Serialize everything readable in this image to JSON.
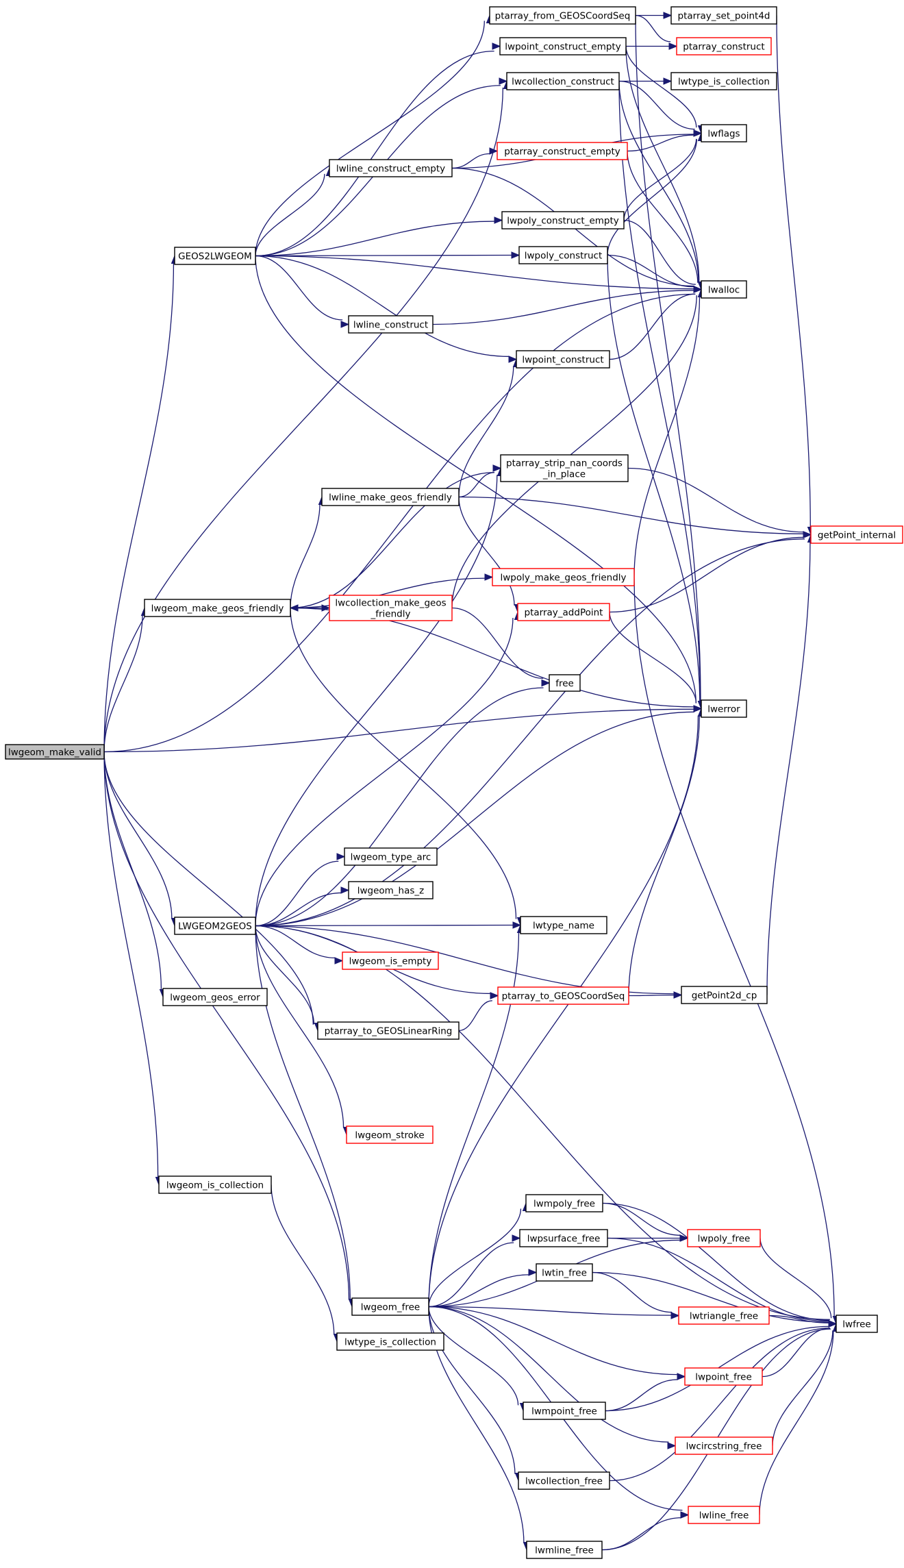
{
  "graph": {
    "root": "lwgeom_make_valid",
    "colors": {
      "edge": "#191970",
      "node_border": "#000000",
      "truncated_node_border": "#ff0000",
      "root_fill": "#bfbfbf"
    },
    "nodes": [
      {
        "id": "lwgeom_make_valid",
        "lines": [
          "lwgeom_make_valid"
        ],
        "style": "root"
      },
      {
        "id": "GEOS2LWGEOM",
        "lines": [
          "GEOS2LWGEOM"
        ],
        "style": "normal"
      },
      {
        "id": "lwgeom_make_geos_friendly",
        "lines": [
          "lwgeom_make_geos_friendly"
        ],
        "style": "normal"
      },
      {
        "id": "LWGEOM2GEOS",
        "lines": [
          "LWGEOM2GEOS"
        ],
        "style": "normal"
      },
      {
        "id": "lwgeom_geos_error",
        "lines": [
          "lwgeom_geos_error"
        ],
        "style": "normal"
      },
      {
        "id": "lwgeom_is_collection",
        "lines": [
          "lwgeom_is_collection"
        ],
        "style": "normal"
      },
      {
        "id": "lwline_construct_empty",
        "lines": [
          "lwline_construct_empty"
        ],
        "style": "normal"
      },
      {
        "id": "lwline_construct",
        "lines": [
          "lwline_construct"
        ],
        "style": "normal"
      },
      {
        "id": "lwline_make_geos_friendly",
        "lines": [
          "lwline_make_geos_friendly"
        ],
        "style": "normal"
      },
      {
        "id": "lwcollection_make_geos_friendly",
        "lines": [
          "lwcollection_make_geos",
          "_friendly"
        ],
        "style": "red"
      },
      {
        "id": "lwgeom_type_arc",
        "lines": [
          "lwgeom_type_arc"
        ],
        "style": "normal"
      },
      {
        "id": "lwgeom_has_z",
        "lines": [
          "lwgeom_has_z"
        ],
        "style": "normal"
      },
      {
        "id": "lwgeom_is_empty",
        "lines": [
          "lwgeom_is_empty"
        ],
        "style": "red"
      },
      {
        "id": "ptarray_to_GEOSLinearRing",
        "lines": [
          "ptarray_to_GEOSLinearRing"
        ],
        "style": "normal"
      },
      {
        "id": "lwgeom_stroke",
        "lines": [
          "lwgeom_stroke"
        ],
        "style": "red"
      },
      {
        "id": "lwgeom_free",
        "lines": [
          "lwgeom_free"
        ],
        "style": "normal"
      },
      {
        "id": "lwtype_is_collection",
        "lines": [
          "lwtype_is_collection"
        ],
        "style": "normal"
      },
      {
        "id": "ptarray_from_GEOSCoordSeq",
        "lines": [
          "ptarray_from_GEOSCoordSeq"
        ],
        "style": "normal"
      },
      {
        "id": "lwpoint_construct_empty",
        "lines": [
          "lwpoint_construct_empty"
        ],
        "style": "normal"
      },
      {
        "id": "lwcollection_construct",
        "lines": [
          "lwcollection_construct"
        ],
        "style": "normal"
      },
      {
        "id": "ptarray_construct_empty",
        "lines": [
          "ptarray_construct_empty"
        ],
        "style": "red"
      },
      {
        "id": "lwpoly_construct_empty",
        "lines": [
          "lwpoly_construct_empty"
        ],
        "style": "normal"
      },
      {
        "id": "lwpoly_construct",
        "lines": [
          "lwpoly_construct"
        ],
        "style": "normal"
      },
      {
        "id": "lwpoint_construct",
        "lines": [
          "lwpoint_construct"
        ],
        "style": "normal"
      },
      {
        "id": "ptarray_strip_nan_coords_in_place",
        "lines": [
          "ptarray_strip_nan_coords",
          "_in_place"
        ],
        "style": "normal"
      },
      {
        "id": "lwpoly_make_geos_friendly",
        "lines": [
          "lwpoly_make_geos_friendly"
        ],
        "style": "red"
      },
      {
        "id": "ptarray_addPoint",
        "lines": [
          "ptarray_addPoint"
        ],
        "style": "red"
      },
      {
        "id": "free",
        "lines": [
          "free"
        ],
        "style": "normal"
      },
      {
        "id": "lwtype_name",
        "lines": [
          "lwtype_name"
        ],
        "style": "normal"
      },
      {
        "id": "ptarray_to_GEOSCoordSeq",
        "lines": [
          "ptarray_to_GEOSCoordSeq"
        ],
        "style": "red"
      },
      {
        "id": "lwmpoly_free",
        "lines": [
          "lwmpoly_free"
        ],
        "style": "normal"
      },
      {
        "id": "lwpsurface_free",
        "lines": [
          "lwpsurface_free"
        ],
        "style": "normal"
      },
      {
        "id": "lwtin_free",
        "lines": [
          "lwtin_free"
        ],
        "style": "normal"
      },
      {
        "id": "lwmpoint_free",
        "lines": [
          "lwmpoint_free"
        ],
        "style": "normal"
      },
      {
        "id": "lwcollection_free",
        "lines": [
          "lwcollection_free"
        ],
        "style": "normal"
      },
      {
        "id": "lwmline_free",
        "lines": [
          "lwmline_free"
        ],
        "style": "normal"
      },
      {
        "id": "ptarray_set_point4d",
        "lines": [
          "ptarray_set_point4d"
        ],
        "style": "normal"
      },
      {
        "id": "ptarray_construct",
        "lines": [
          "ptarray_construct"
        ],
        "style": "red"
      },
      {
        "id": "lwtype_is_collection_2",
        "lines": [
          "lwtype_is_collection"
        ],
        "style": "normal"
      },
      {
        "id": "lwflags",
        "lines": [
          "lwflags"
        ],
        "style": "normal"
      },
      {
        "id": "lwalloc",
        "lines": [
          "lwalloc"
        ],
        "style": "normal"
      },
      {
        "id": "getPoint_internal",
        "lines": [
          "getPoint_internal"
        ],
        "style": "red"
      },
      {
        "id": "lwerror",
        "lines": [
          "lwerror"
        ],
        "style": "normal"
      },
      {
        "id": "getPoint2d_cp",
        "lines": [
          "getPoint2d_cp"
        ],
        "style": "normal"
      },
      {
        "id": "lwpoly_free",
        "lines": [
          "lwpoly_free"
        ],
        "style": "red"
      },
      {
        "id": "lwtriangle_free",
        "lines": [
          "lwtriangle_free"
        ],
        "style": "red"
      },
      {
        "id": "lwpoint_free",
        "lines": [
          "lwpoint_free"
        ],
        "style": "red"
      },
      {
        "id": "lwcircstring_free",
        "lines": [
          "lwcircstring_free"
        ],
        "style": "red"
      },
      {
        "id": "lwline_free",
        "lines": [
          "lwline_free"
        ],
        "style": "red"
      },
      {
        "id": "lwfree",
        "lines": [
          "lwfree"
        ],
        "style": "normal"
      }
    ],
    "edges": [
      [
        "lwgeom_make_valid",
        "GEOS2LWGEOM"
      ],
      [
        "lwgeom_make_valid",
        "lwgeom_make_geos_friendly"
      ],
      [
        "lwgeom_make_valid",
        "LWGEOM2GEOS"
      ],
      [
        "lwgeom_make_valid",
        "lwgeom_geos_error"
      ],
      [
        "lwgeom_make_valid",
        "lwgeom_is_collection"
      ],
      [
        "lwgeom_make_valid",
        "lwgeom_free"
      ],
      [
        "lwgeom_make_valid",
        "lwcollection_construct"
      ],
      [
        "lwgeom_make_valid",
        "lwalloc"
      ],
      [
        "lwgeom_make_valid",
        "lwerror"
      ],
      [
        "lwgeom_make_valid",
        "ptarray_to_GEOSLinearRing"
      ],
      [
        "GEOS2LWGEOM",
        "ptarray_from_GEOSCoordSeq"
      ],
      [
        "GEOS2LWGEOM",
        "lwpoint_construct_empty"
      ],
      [
        "GEOS2LWGEOM",
        "lwcollection_construct"
      ],
      [
        "GEOS2LWGEOM",
        "lwline_construct_empty"
      ],
      [
        "GEOS2LWGEOM",
        "lwpoly_construct_empty"
      ],
      [
        "GEOS2LWGEOM",
        "lwpoly_construct"
      ],
      [
        "GEOS2LWGEOM",
        "lwalloc"
      ],
      [
        "GEOS2LWGEOM",
        "lwline_construct"
      ],
      [
        "GEOS2LWGEOM",
        "lwpoint_construct"
      ],
      [
        "GEOS2LWGEOM",
        "lwerror"
      ],
      [
        "ptarray_from_GEOSCoordSeq",
        "ptarray_set_point4d"
      ],
      [
        "ptarray_from_GEOSCoordSeq",
        "ptarray_construct"
      ],
      [
        "ptarray_from_GEOSCoordSeq",
        "lwerror"
      ],
      [
        "lwpoint_construct_empty",
        "ptarray_construct"
      ],
      [
        "lwpoint_construct_empty",
        "lwflags"
      ],
      [
        "lwpoint_construct_empty",
        "lwalloc"
      ],
      [
        "lwcollection_construct",
        "lwtype_is_collection_2"
      ],
      [
        "lwcollection_construct",
        "lwflags"
      ],
      [
        "lwcollection_construct",
        "lwalloc"
      ],
      [
        "lwcollection_construct",
        "lwerror"
      ],
      [
        "lwline_construct_empty",
        "ptarray_construct_empty"
      ],
      [
        "lwline_construct_empty",
        "lwflags"
      ],
      [
        "lwline_construct_empty",
        "lwalloc"
      ],
      [
        "ptarray_construct_empty",
        "lwflags"
      ],
      [
        "ptarray_construct_empty",
        "lwalloc"
      ],
      [
        "lwpoly_construct_empty",
        "lwflags"
      ],
      [
        "lwpoly_construct_empty",
        "lwalloc"
      ],
      [
        "lwpoly_construct",
        "lwflags"
      ],
      [
        "lwpoly_construct",
        "lwalloc"
      ],
      [
        "lwpoly_construct",
        "lwerror"
      ],
      [
        "lwline_construct",
        "lwalloc"
      ],
      [
        "lwpoint_construct",
        "lwalloc"
      ],
      [
        "ptarray_set_point4d",
        "getPoint_internal"
      ],
      [
        "lwgeom_make_geos_friendly",
        "lwline_make_geos_friendly"
      ],
      [
        "lwgeom_make_geos_friendly",
        "lwpoly_make_geos_friendly"
      ],
      [
        "lwgeom_make_geos_friendly",
        "lwcollection_make_geos_friendly"
      ],
      [
        "lwgeom_make_geos_friendly",
        "ptarray_strip_nan_coords_in_place"
      ],
      [
        "lwgeom_make_geos_friendly",
        "lwerror"
      ],
      [
        "lwgeom_make_geos_friendly",
        "lwtype_name"
      ],
      [
        "lwline_make_geos_friendly",
        "lwpoint_construct"
      ],
      [
        "lwline_make_geos_friendly",
        "ptarray_strip_nan_coords_in_place"
      ],
      [
        "lwline_make_geos_friendly",
        "getPoint_internal"
      ],
      [
        "lwline_make_geos_friendly",
        "ptarray_addPoint"
      ],
      [
        "lwcollection_make_geos_friendly",
        "lwgeom_make_geos_friendly"
      ],
      [
        "lwcollection_make_geos_friendly",
        "lwalloc"
      ],
      [
        "lwcollection_make_geos_friendly",
        "free"
      ],
      [
        "ptarray_strip_nan_coords_in_place",
        "getPoint_internal"
      ],
      [
        "lwpoly_make_geos_friendly",
        "lwalloc"
      ],
      [
        "lwpoly_make_geos_friendly",
        "lwfree"
      ],
      [
        "ptarray_addPoint",
        "getPoint_internal"
      ],
      [
        "ptarray_addPoint",
        "lwerror"
      ],
      [
        "LWGEOM2GEOS",
        "ptarray_strip_nan_coords_in_place"
      ],
      [
        "LWGEOM2GEOS",
        "ptarray_addPoint"
      ],
      [
        "LWGEOM2GEOS",
        "free"
      ],
      [
        "LWGEOM2GEOS",
        "lwerror"
      ],
      [
        "LWGEOM2GEOS",
        "lwgeom_type_arc"
      ],
      [
        "LWGEOM2GEOS",
        "lwgeom_has_z"
      ],
      [
        "LWGEOM2GEOS",
        "lwtype_name"
      ],
      [
        "LWGEOM2GEOS",
        "lwgeom_is_empty"
      ],
      [
        "LWGEOM2GEOS",
        "ptarray_to_GEOSCoordSeq"
      ],
      [
        "LWGEOM2GEOS",
        "ptarray_to_GEOSLinearRing"
      ],
      [
        "LWGEOM2GEOS",
        "getPoint2d_cp"
      ],
      [
        "LWGEOM2GEOS",
        "getPoint_internal"
      ],
      [
        "LWGEOM2GEOS",
        "lwgeom_stroke"
      ],
      [
        "LWGEOM2GEOS",
        "lwfree"
      ],
      [
        "LWGEOM2GEOS",
        "lwgeom_free"
      ],
      [
        "ptarray_to_GEOSLinearRing",
        "ptarray_to_GEOSCoordSeq"
      ],
      [
        "ptarray_to_GEOSCoordSeq",
        "getPoint2d_cp"
      ],
      [
        "ptarray_to_GEOSCoordSeq",
        "lwerror"
      ],
      [
        "getPoint2d_cp",
        "getPoint_internal"
      ],
      [
        "lwgeom_is_collection",
        "lwtype_is_collection"
      ],
      [
        "lwgeom_free",
        "lwtype_name"
      ],
      [
        "lwgeom_free",
        "lwerror"
      ],
      [
        "lwgeom_free",
        "lwmpoly_free"
      ],
      [
        "lwgeom_free",
        "lwpoly_free"
      ],
      [
        "lwgeom_free",
        "lwpsurface_free"
      ],
      [
        "lwgeom_free",
        "lwtin_free"
      ],
      [
        "lwgeom_free",
        "lwtriangle_free"
      ],
      [
        "lwgeom_free",
        "lwpoint_free"
      ],
      [
        "lwgeom_free",
        "lwmpoint_free"
      ],
      [
        "lwgeom_free",
        "lwcircstring_free"
      ],
      [
        "lwgeom_free",
        "lwcollection_free"
      ],
      [
        "lwgeom_free",
        "lwline_free"
      ],
      [
        "lwgeom_free",
        "lwmline_free"
      ],
      [
        "lwmpoly_free",
        "lwpoly_free"
      ],
      [
        "lwmpoly_free",
        "lwfree"
      ],
      [
        "lwpsurface_free",
        "lwpoly_free"
      ],
      [
        "lwpsurface_free",
        "lwfree"
      ],
      [
        "lwtin_free",
        "lwtriangle_free"
      ],
      [
        "lwtin_free",
        "lwfree"
      ],
      [
        "lwmpoint_free",
        "lwpoint_free"
      ],
      [
        "lwmpoint_free",
        "lwfree"
      ],
      [
        "lwcollection_free",
        "lwfree"
      ],
      [
        "lwmline_free",
        "lwline_free"
      ],
      [
        "lwmline_free",
        "lwfree"
      ],
      [
        "lwpoly_free",
        "lwfree"
      ],
      [
        "lwtriangle_free",
        "lwfree"
      ],
      [
        "lwpoint_free",
        "lwfree"
      ],
      [
        "lwcircstring_free",
        "lwfree"
      ],
      [
        "lwline_free",
        "lwfree"
      ]
    ]
  }
}
